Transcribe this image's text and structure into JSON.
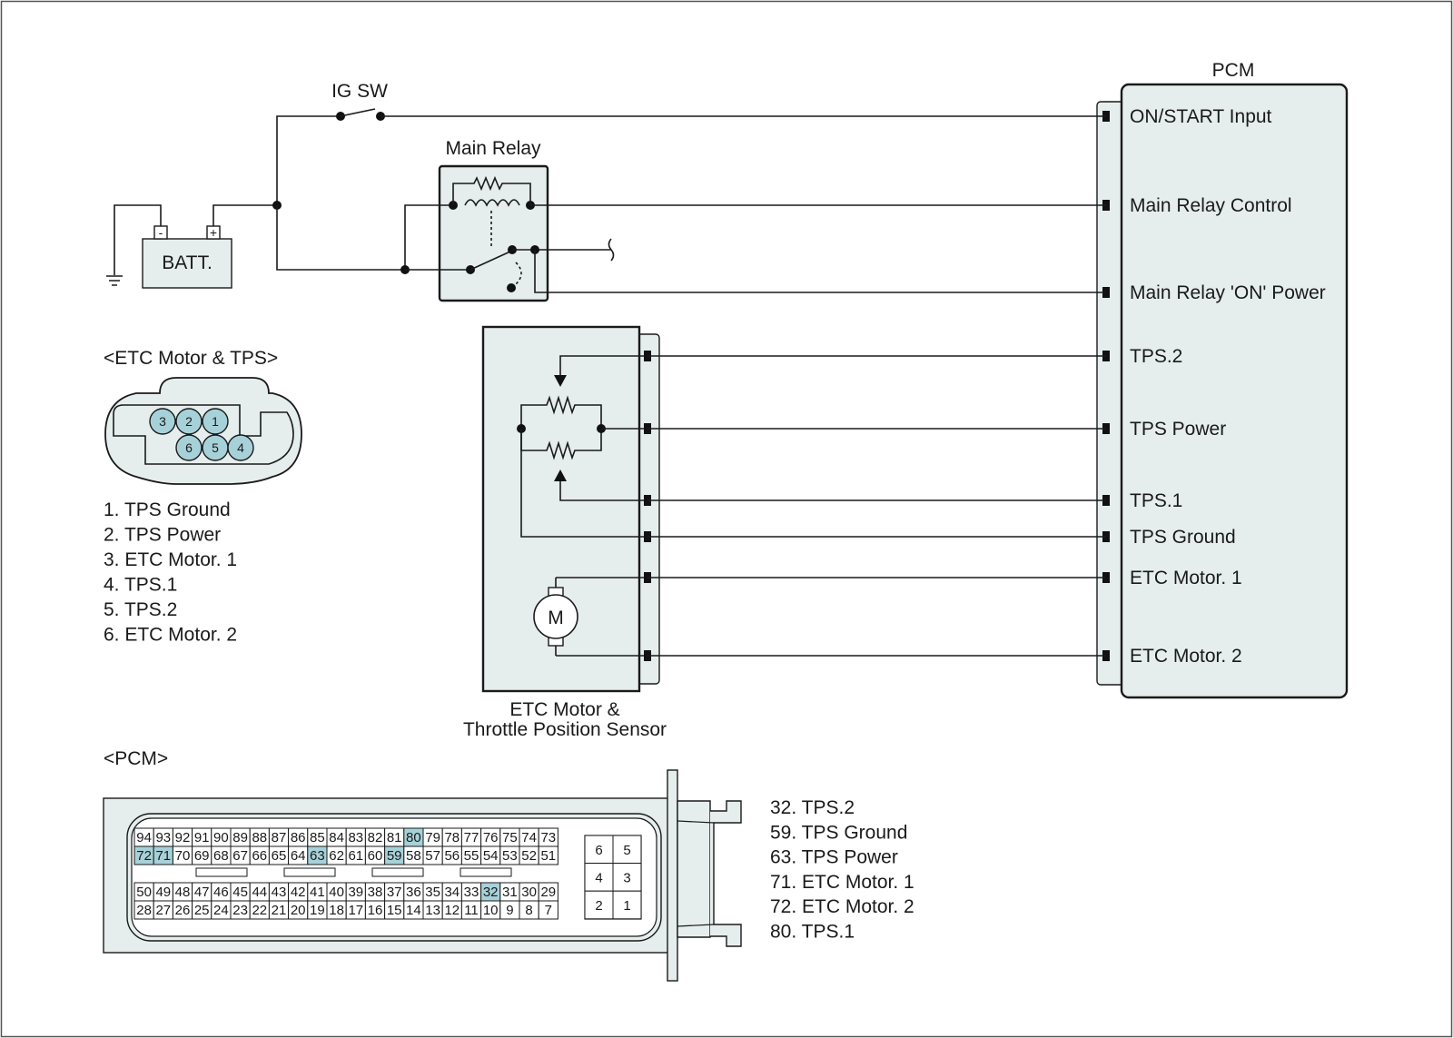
{
  "colors": {
    "component_fill": "#e6eded",
    "highlight_pin": "#a7d1d9",
    "line": "#1a1a1a"
  },
  "labels": {
    "ig_sw": "IG SW",
    "main_relay": "Main Relay",
    "batt": "BATT.",
    "batt_minus": "-",
    "batt_plus": "+",
    "pcm_title": "PCM",
    "etc_body_line1": "ETC Motor &",
    "etc_body_line2": "Throttle Position Sensor",
    "motor": "M"
  },
  "pcm_terminals": [
    "ON/START Input",
    "Main Relay Control",
    "Main Relay 'ON' Power",
    "TPS.2",
    "TPS Power",
    "TPS.1",
    "TPS Ground",
    "ETC Motor. 1",
    "ETC Motor. 2"
  ],
  "etc_connector": {
    "title": "<ETC Motor & TPS>",
    "pins_top": [
      "3",
      "2",
      "1"
    ],
    "pins_bottom": [
      "6",
      "5",
      "4"
    ],
    "legend": [
      "1. TPS Ground",
      "2. TPS Power",
      "3. ETC Motor. 1",
      "4. TPS.1",
      "5. TPS.2",
      "6. ETC Motor. 2"
    ]
  },
  "pcm_connector": {
    "title": "<PCM>",
    "rows": [
      [
        "94",
        "93",
        "92",
        "91",
        "90",
        "89",
        "88",
        "87",
        "86",
        "85",
        "84",
        "83",
        "82",
        "81",
        "80",
        "79",
        "78",
        "77",
        "76",
        "75",
        "74",
        "73"
      ],
      [
        "72",
        "71",
        "70",
        "69",
        "68",
        "67",
        "66",
        "65",
        "64",
        "63",
        "62",
        "61",
        "60",
        "59",
        "58",
        "57",
        "56",
        "55",
        "54",
        "53",
        "52",
        "51"
      ],
      [
        "50",
        "49",
        "48",
        "47",
        "46",
        "45",
        "44",
        "43",
        "42",
        "41",
        "40",
        "39",
        "38",
        "37",
        "36",
        "35",
        "34",
        "33",
        "32",
        "31",
        "30",
        "29"
      ],
      [
        "28",
        "27",
        "26",
        "25",
        "24",
        "23",
        "22",
        "21",
        "20",
        "19",
        "18",
        "17",
        "16",
        "15",
        "14",
        "13",
        "12",
        "11",
        "10",
        "9",
        "8",
        "7"
      ]
    ],
    "highlighted": [
      "80",
      "72",
      "71",
      "63",
      "59",
      "32"
    ],
    "side_block": [
      [
        "6",
        "5"
      ],
      [
        "4",
        "3"
      ],
      [
        "2",
        "1"
      ]
    ],
    "legend": [
      "32. TPS.2",
      "59. TPS Ground",
      "63. TPS Power",
      "71. ETC Motor. 1",
      "72. ETC Motor. 2",
      "80. TPS.1"
    ]
  }
}
